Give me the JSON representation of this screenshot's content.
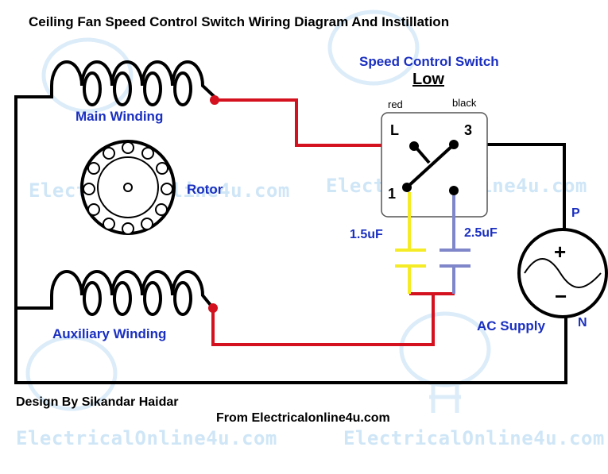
{
  "title": "Ceiling Fan Speed Control Switch Wiring Diagram And Instillation",
  "labels": {
    "main_winding": "Main Winding",
    "rotor": "Rotor",
    "auxiliary_winding": "Auxiliary Winding",
    "speed_control_switch": "Speed Control Switch",
    "speed_setting": "Low",
    "wire_red": "red",
    "wire_black": "black",
    "terminal_l": "L",
    "terminal_3": "3",
    "terminal_1": "1",
    "cap_small": "1.5uF",
    "cap_large": "2.5uF",
    "supply_p": "P",
    "supply_n": "N",
    "supply_plus": "+",
    "supply_minus": "−",
    "ac_supply": "AC Supply"
  },
  "credits": {
    "design": "Design By Sikandar Haidar",
    "from": "From Electricalonline4u.com"
  },
  "watermarks": {
    "mark_a": "ElectricalOnline4u.com",
    "mark_b": "ElectricalOnline4u.com",
    "mark_c": "ElectricalOnline4u.com",
    "mark_d": "ElectricalOnline4u.com"
  },
  "colors": {
    "wire_black": "#000000",
    "wire_red": "#d4111e",
    "cap_small_yellow": "#f5ec27",
    "cap_large_blue": "#7f86c9",
    "label_blue": "#1a2fc0",
    "watermark": "#cfe6f7"
  }
}
